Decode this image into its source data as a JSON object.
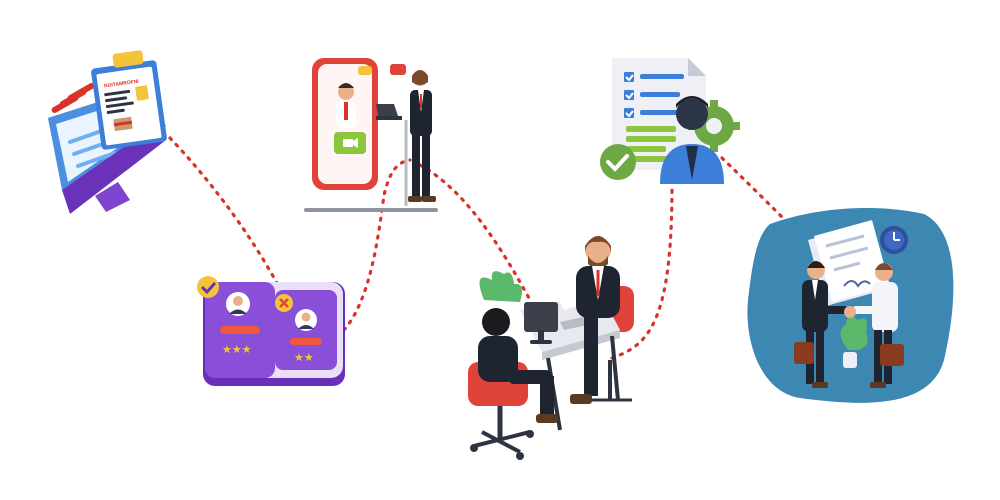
{
  "steps": [
    {
      "id": "application",
      "icon": "resume-monitor-icon",
      "doc_heading": "NOITAMROFNI"
    },
    {
      "id": "screening",
      "icon": "candidate-cards-icon"
    },
    {
      "id": "video-interview",
      "icon": "video-call-presenter-icon"
    },
    {
      "id": "in-person-interview",
      "icon": "interview-desk-icon"
    },
    {
      "id": "evaluation",
      "icon": "checklist-document-icon"
    },
    {
      "id": "hiring-agreement",
      "icon": "handshake-contract-icon"
    }
  ],
  "colors": {
    "connector": "#d9322b",
    "purple": "#7b3fc9",
    "blue": "#3c7ed8",
    "red_accent": "#e0433a",
    "navy": "#1f2f4a",
    "teal_bg": "#3d87b3"
  }
}
